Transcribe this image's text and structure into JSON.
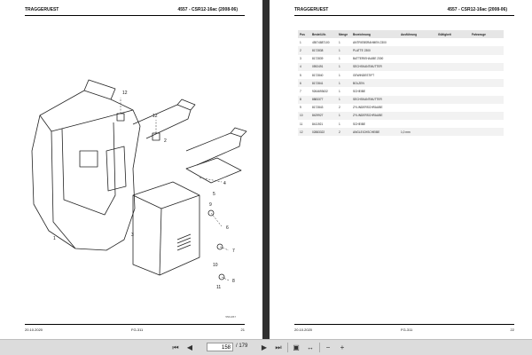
{
  "left_page": {
    "header_left": "TRAGGERUEST",
    "header_right": "4557 - CSR12-16ac (2008-06)",
    "footer_date": "20.10.2020",
    "footer_code": "FG-311",
    "footer_page": "21",
    "drawing_ref": "5561057",
    "callouts": [
      "12",
      "12",
      "2",
      "1",
      "3",
      "4",
      "5",
      "6",
      "7",
      "8",
      "9",
      "10",
      "11"
    ]
  },
  "right_page": {
    "header_left": "TRAGGERUEST",
    "header_right": "4557 - CSR12-16ac (2008-06)",
    "footer_date": "20.10.2020",
    "footer_code": "FG-311",
    "footer_page": "22",
    "table": {
      "headers": [
        "Pos",
        "Bestell-Nr.",
        "Menge",
        "Bezeichnung",
        "Ausführung",
        "Gültigkeit",
        "Fahrzeuge"
      ],
      "rows": [
        [
          "1",
          "45574887100",
          "1",
          "ANTRIEBSRAHMEN 2300",
          "",
          "",
          ""
        ],
        [
          "2",
          "8172838",
          "1",
          "PLATTE 2300",
          "",
          "",
          ""
        ],
        [
          "3",
          "8172839",
          "1",
          "BATTERIEHAUBE 2300",
          "",
          "",
          ""
        ],
        [
          "4",
          "0592491",
          "1",
          "SECHSKANTMUTTER",
          "",
          "",
          ""
        ],
        [
          "5",
          "8172840",
          "1",
          "GEWINDESTIFT",
          "",
          "",
          ""
        ],
        [
          "6",
          "8172841",
          "1",
          "BOLZEN",
          "",
          "",
          ""
        ],
        [
          "7",
          "9264693632",
          "1",
          "SCHEIBE",
          "",
          "",
          ""
        ],
        [
          "8",
          "8883377",
          "1",
          "SECHSKANTMUTTER",
          "",
          "",
          ""
        ],
        [
          "9",
          "8172843",
          "2",
          "ZYLINDERSCHRAUBE",
          "",
          "",
          ""
        ],
        [
          "10",
          "8429927",
          "1",
          "ZYLINDERSCHRAUBE",
          "",
          "",
          ""
        ],
        [
          "11",
          "8411921",
          "1",
          "SCHEIBE",
          "",
          "",
          ""
        ],
        [
          "12",
          "02883322",
          "2",
          "ANGLEICHSCHEIBE",
          "1,0 mm",
          "",
          ""
        ]
      ]
    }
  },
  "toolbar": {
    "first_page_icon": "skip-start-icon",
    "prev_page_icon": "arrow-left-icon",
    "current_page": "158",
    "total_pages": "/ 179",
    "next_page_icon": "arrow-right-icon",
    "last_page_icon": "skip-end-icon",
    "fit_page_icon": "fit-page-icon",
    "fit_width_icon": "fit-width-icon",
    "zoom_out_icon": "zoom-out-icon",
    "zoom_in_icon": "zoom-in-icon"
  }
}
